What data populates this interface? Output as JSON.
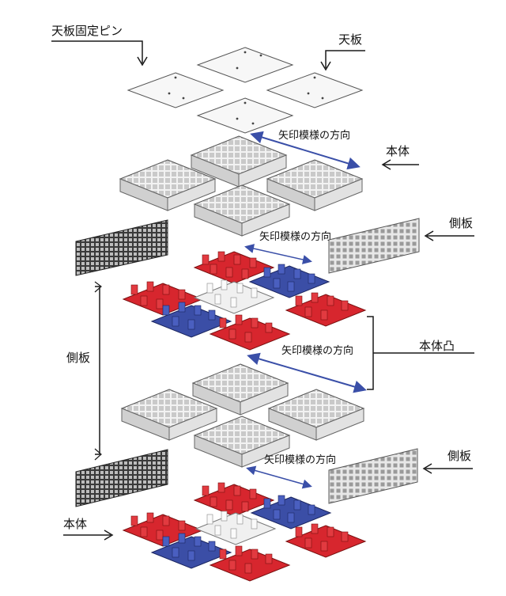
{
  "labels": {
    "top_plate_pin": "天板固定ピン",
    "top_plate": "天板",
    "body": "本体",
    "side_plate": "側板",
    "body_convex": "本体凸",
    "arrow_direction": "矢印模様の方向"
  },
  "colors": {
    "line": "#1a1a1a",
    "arrow": "#3a4fa8",
    "red_module": "#d7262e",
    "blue_module": "#3b4ea6",
    "white_module": "#f0f0f0",
    "side_dark": "#2a2a2a",
    "side_light": "#dcdcdc"
  }
}
